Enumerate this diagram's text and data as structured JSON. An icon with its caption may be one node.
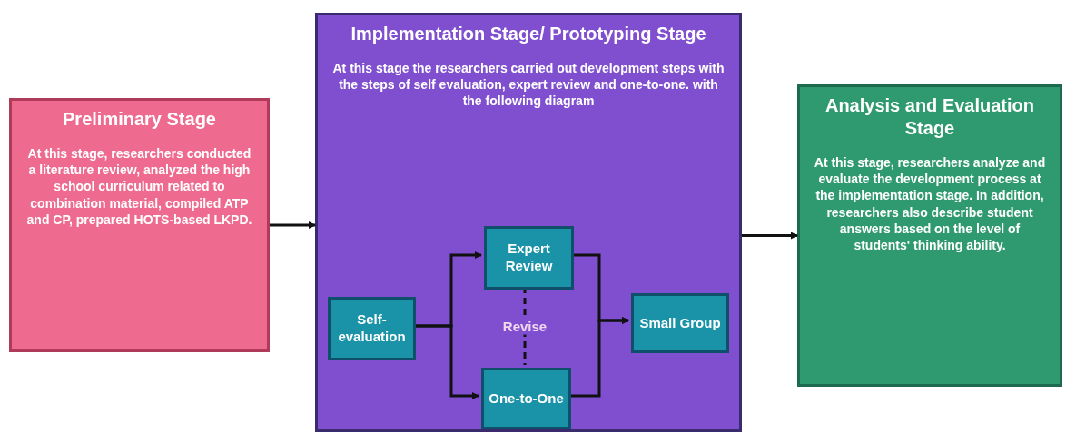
{
  "diagram": {
    "nodes": [
      {
        "text": [
          "Preliminary Stage",
          "At this stage, researchers conducted a literature review, analyzed the high school curriculum related to combination material, compiled ATP and CP, prepared HOTS-based LKPD."
        ]
      },
      {
        "text": [
          "Implementation Stage/ Prototyping Stage",
          "At this stage the researchers carried out development steps with the steps of self evaluation, expert review and one-to-one. with the following diagram"
        ]
      },
      {
        "text": [
          "Self-evaluation"
        ],
        "in": 1
      },
      {
        "text": [
          "Expert Review"
        ],
        "in": 1
      },
      {
        "text": [
          "One-to-One"
        ],
        "in": 1
      },
      {
        "text": [
          "Small Group"
        ],
        "in": 1
      },
      {
        "text": [
          "Analysis and Evaluation Stage",
          "At this stage, researchers analyze and evaluate the development process at the implementation stage. In addition, researchers also describe student answers based on the level of students' thinking ability."
        ]
      }
    ],
    "edges": [
      {
        "from": 0,
        "to": 1,
        "arrow": "to"
      },
      {
        "from": 1,
        "to": 6,
        "arrow": "to"
      },
      {
        "from": 2,
        "to": 3,
        "arrow": "to"
      },
      {
        "from": 2,
        "to": 4,
        "arrow": "to"
      },
      {
        "from": 3,
        "to": 5,
        "arrow": "to"
      },
      {
        "from": 4,
        "to": 5,
        "arrow": "to"
      },
      {
        "from": 3,
        "to": 4,
        "arrow": "none",
        "style": "dashed",
        "label": "Revise"
      }
    ]
  }
}
